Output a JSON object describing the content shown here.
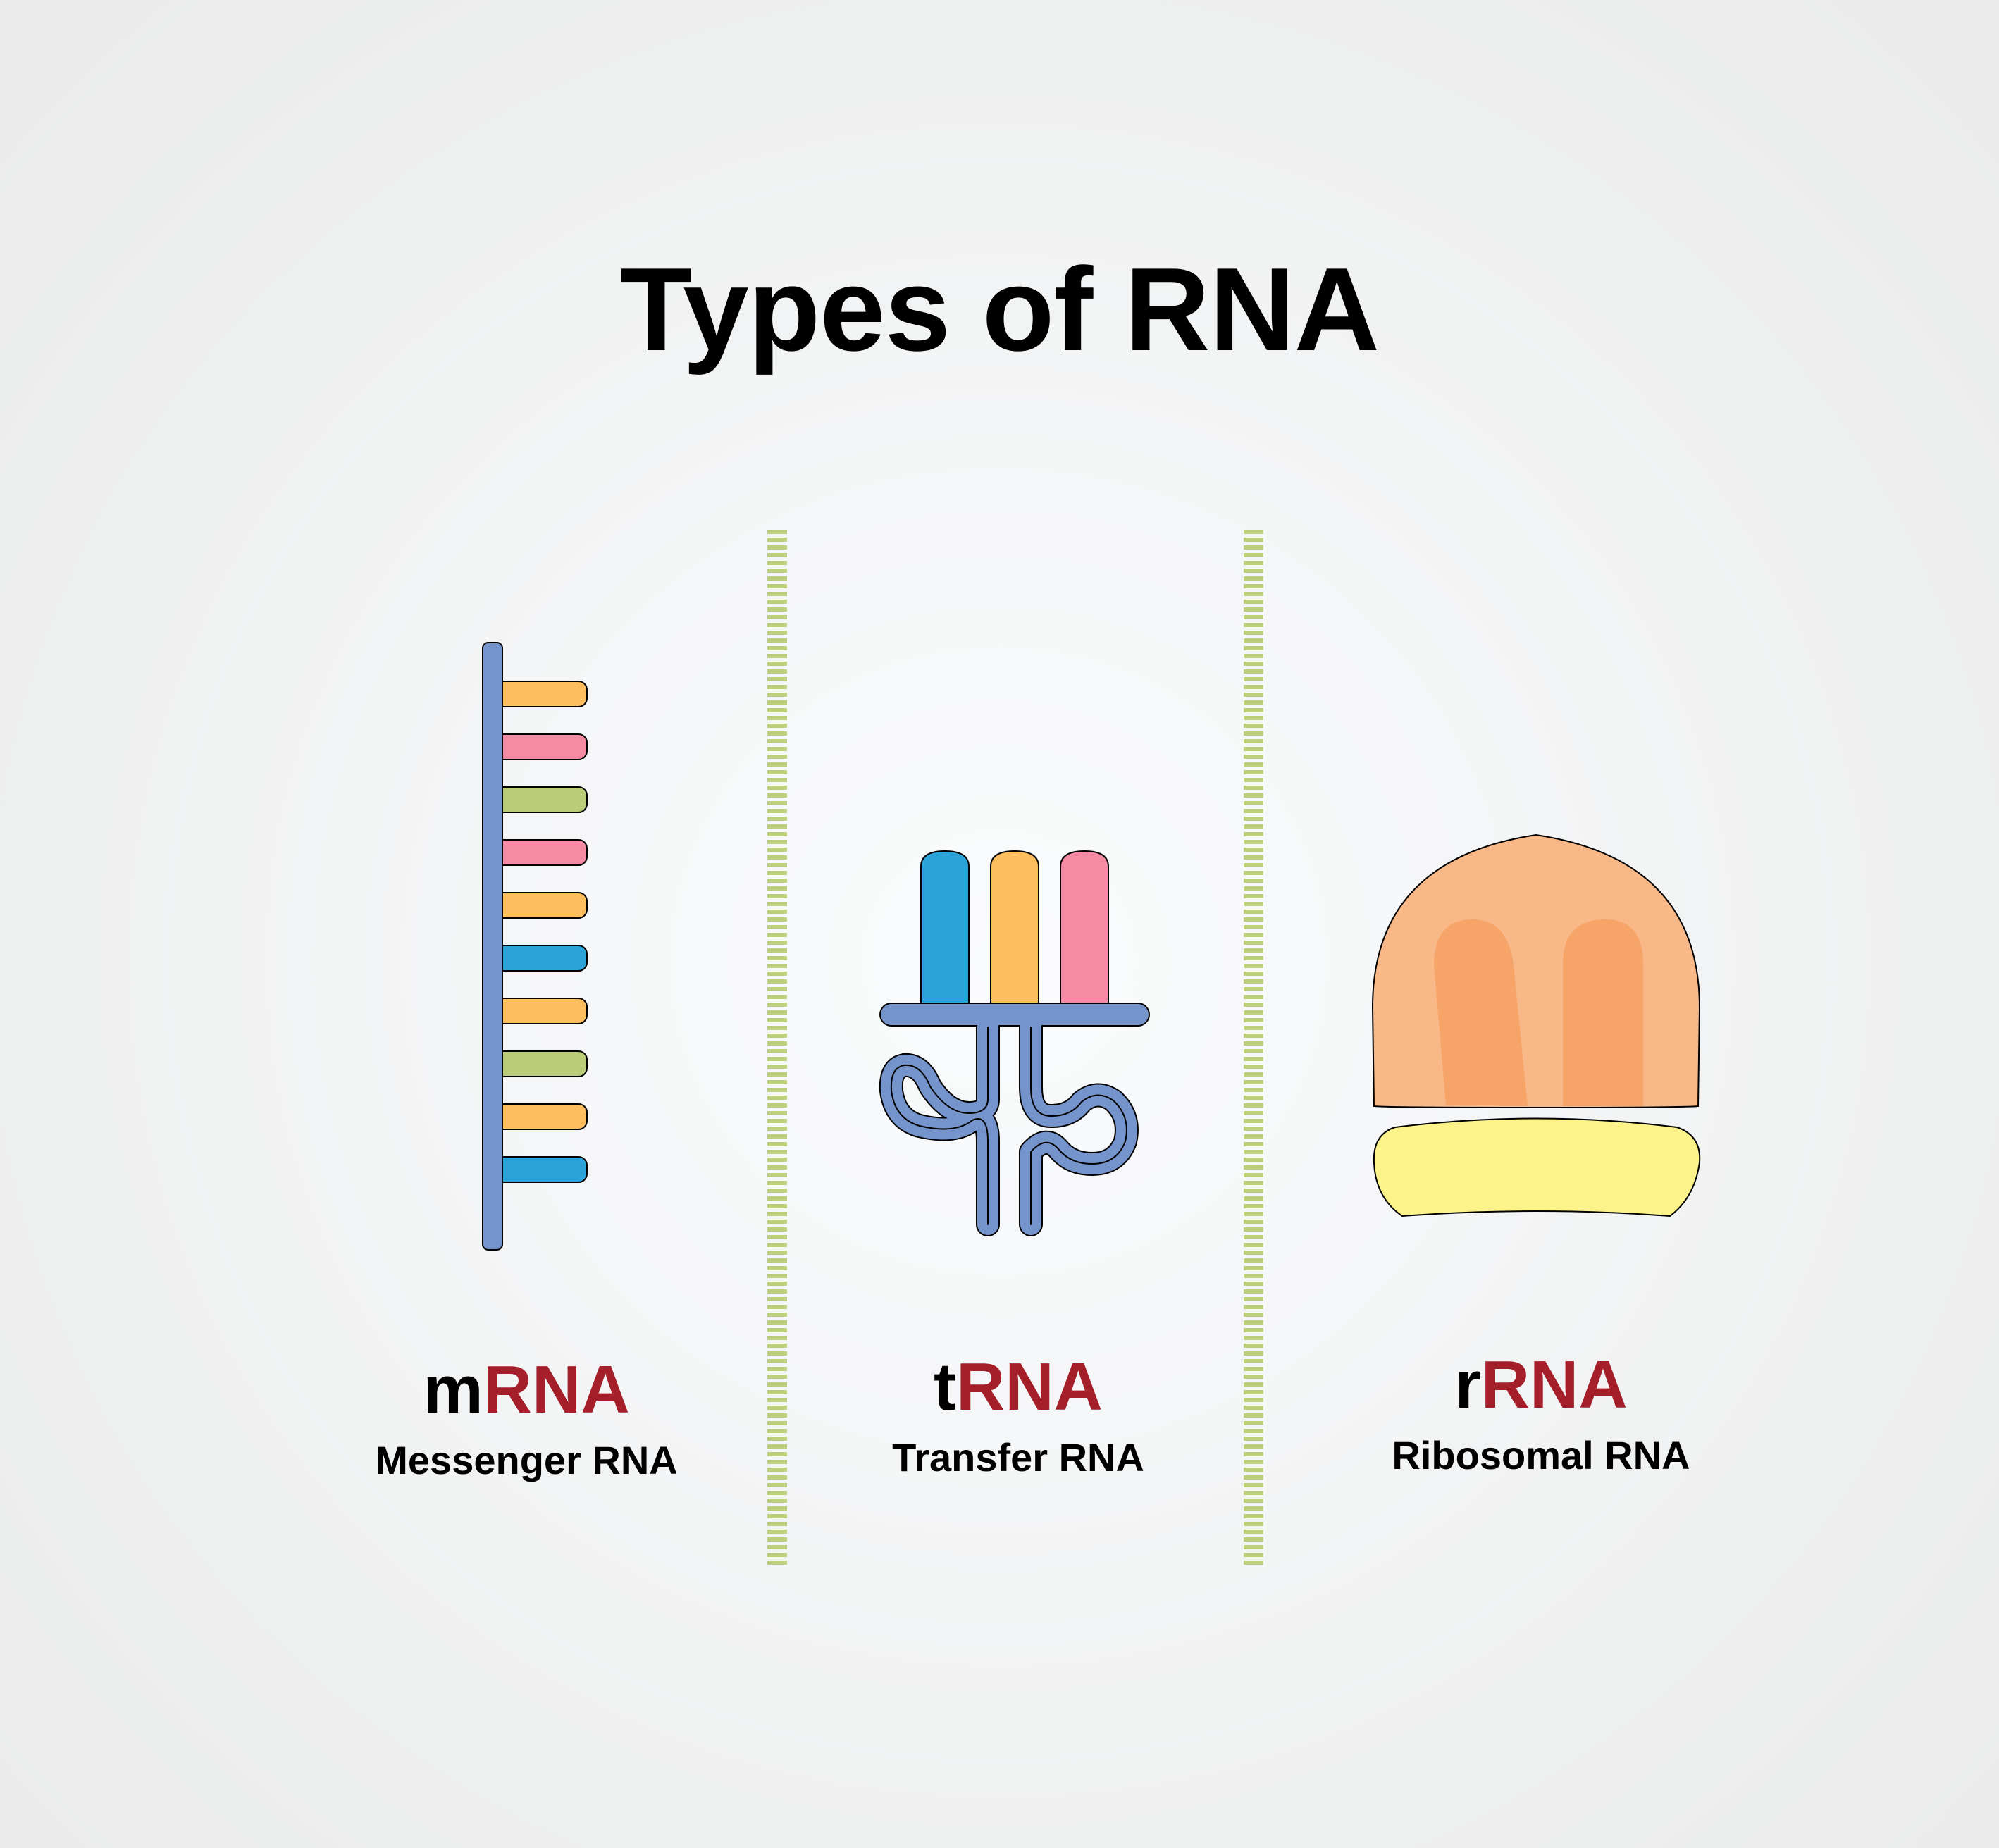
{
  "title": "Types of RNA",
  "colors": {
    "backbone": "#7594cc",
    "orange": "#fdbe5e",
    "pink": "#f48aa3",
    "green": "#bccd7a",
    "blue": "#2ba3d8",
    "ribosome_large": "#f9b888",
    "ribosome_large_inner": "#f6a468",
    "ribosome_small": "#fcf38a",
    "divider": "#bccf7a",
    "label_red": "#a41f2a"
  },
  "columns": [
    {
      "id": "mrna",
      "prefix": "m",
      "suffix": "RNA",
      "name": "Messenger RNA",
      "base_colors": [
        "orange",
        "pink",
        "green",
        "pink",
        "orange",
        "blue",
        "orange",
        "green",
        "orange",
        "blue"
      ]
    },
    {
      "id": "trna",
      "prefix": "t",
      "suffix": "RNA",
      "name": "Transfer RNA",
      "anticodon_colors": [
        "blue",
        "orange",
        "pink"
      ]
    },
    {
      "id": "rrna",
      "prefix": "r",
      "suffix": "RNA",
      "name": "Ribosomal RNA"
    }
  ]
}
